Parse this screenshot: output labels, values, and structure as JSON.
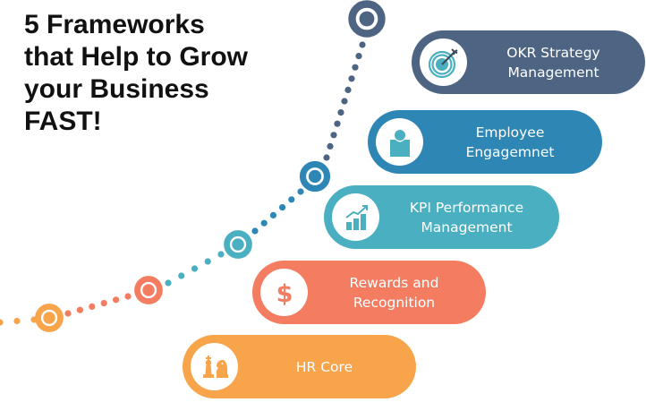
{
  "title": {
    "lines": [
      "5 Frameworks",
      "that Help to Grow",
      "your Business",
      "FAST!"
    ]
  },
  "colors": {
    "okr": "#4d6583",
    "employee": "#2e86b5",
    "kpi": "#4aafc0",
    "rewards": "#f47c60",
    "hr": "#f7a44a",
    "title_text": "#111111"
  },
  "frameworks": [
    {
      "key": "okr",
      "label_lines": [
        "OKR Strategy",
        "Management"
      ],
      "icon": "target-arrow-icon",
      "color": "#4d6583"
    },
    {
      "key": "employee",
      "label_lines": [
        "Employee",
        "Engagemnet"
      ],
      "icon": "person-icon",
      "color": "#2e86b5"
    },
    {
      "key": "kpi",
      "label_lines": [
        "KPI Performance",
        "Management"
      ],
      "icon": "bar-chart-growth-icon",
      "color": "#4aafc0"
    },
    {
      "key": "rewards",
      "label_lines": [
        "Rewards and",
        "Recognition"
      ],
      "icon": "dollar-icon",
      "color": "#f47c60"
    },
    {
      "key": "hr",
      "label_lines": [
        "HR Core"
      ],
      "icon": "chess-pieces-icon",
      "color": "#f7a44a"
    }
  ],
  "path_markers": [
    {
      "key": "hr",
      "color": "#f7a44a"
    },
    {
      "key": "rewards",
      "color": "#f47c60"
    },
    {
      "key": "kpi",
      "color": "#4aafc0"
    },
    {
      "key": "employee",
      "color": "#2e86b5"
    },
    {
      "key": "okr",
      "color": "#4d6583"
    }
  ]
}
